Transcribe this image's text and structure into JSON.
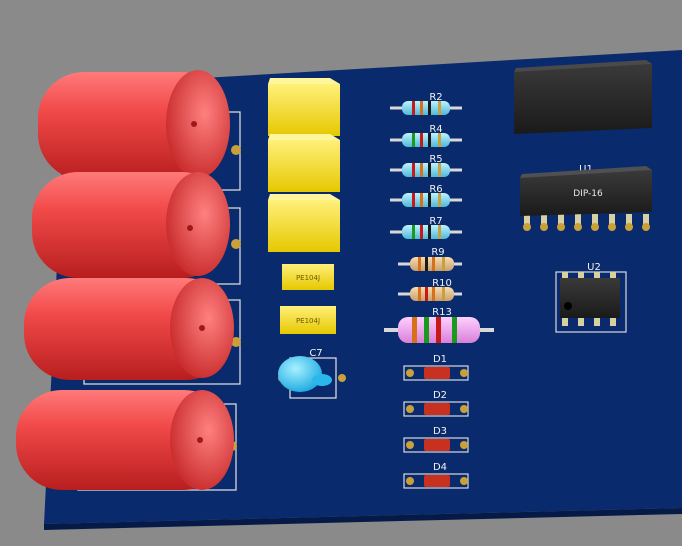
{
  "scene": {
    "background_color": "#8a8a8a",
    "board_color": "#0a2a6e",
    "components": {
      "resistors": [
        {
          "ref": "R2",
          "type": "blue"
        },
        {
          "ref": "R4",
          "type": "blue"
        },
        {
          "ref": "R5",
          "type": "blue"
        },
        {
          "ref": "R6",
          "type": "blue"
        },
        {
          "ref": "R7",
          "type": "blue"
        },
        {
          "ref": "R9",
          "type": "tan"
        },
        {
          "ref": "R10",
          "type": "tan"
        },
        {
          "ref": "R13",
          "type": "pink"
        }
      ],
      "diodes": [
        "D1",
        "D2",
        "D3",
        "D4"
      ],
      "capacitor_ceramic": "C7",
      "small_caps": [
        "PE104J",
        "PE104J"
      ],
      "ic_u1": {
        "ref": "U1",
        "package": "DIP-16"
      },
      "ic_u2": {
        "ref": "U2"
      }
    }
  }
}
